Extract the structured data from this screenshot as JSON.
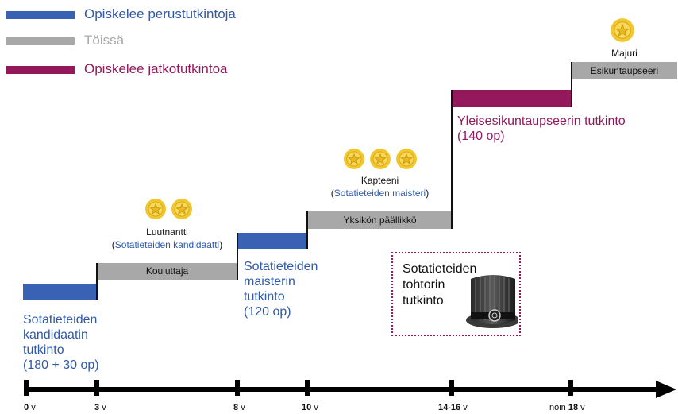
{
  "colors": {
    "basic_study": "#3a62b4",
    "working": "#a8a8a8",
    "postgrad_study": "#93195c",
    "degree_text": "#2e5aa8",
    "star_fill": "#f2c72e",
    "frame": "#93195c"
  },
  "legend": {
    "basic": "Opiskelee perustutkintoja",
    "work": "Töissä",
    "postgrad": "Opiskelee jatkotutkintoa"
  },
  "jobs": {
    "kouluttaja": "Kouluttaja",
    "yksikon": "Yksikön päällikkö",
    "esikunta": "Esikuntaupseeri"
  },
  "degrees": {
    "bachelor": [
      "Sotatieteiden",
      "kandidaatin",
      "tutkinto",
      "(180 + 30 op)"
    ],
    "master": [
      "Sotatieteiden",
      "maisterin",
      "tutkinto",
      "(120 op)"
    ],
    "staff": [
      "Yleisesikuntaupseerin tutkinto",
      "(140 op)"
    ],
    "doctor": [
      "Sotatieteiden",
      "tohtorin",
      "tutkinto"
    ]
  },
  "ranks": {
    "luutnantti": {
      "title": "Luutnantti",
      "open": "(",
      "degree": "Sotatieteiden kandidaatti",
      "close": ")"
    },
    "kapteeni": {
      "title": "Kapteeni",
      "open": "(",
      "degree": "Sotatieteiden maisteri",
      "close": ")"
    },
    "majuri": {
      "title": "Majuri"
    }
  },
  "timeline": {
    "ticks": [
      {
        "num": "0",
        "unit": "v"
      },
      {
        "num": "3",
        "unit": "v"
      },
      {
        "num": "8",
        "unit": "v"
      },
      {
        "num": "10",
        "unit": "v"
      },
      {
        "num": "14-16",
        "unit": "v"
      },
      {
        "prefix": "noin",
        "num": "18",
        "unit": "v"
      }
    ]
  },
  "icons": {
    "rank_star": "rank-rosette-icon",
    "doctoral_hat": "doctoral-hat-icon",
    "arrow": "timeline-arrow-icon"
  }
}
